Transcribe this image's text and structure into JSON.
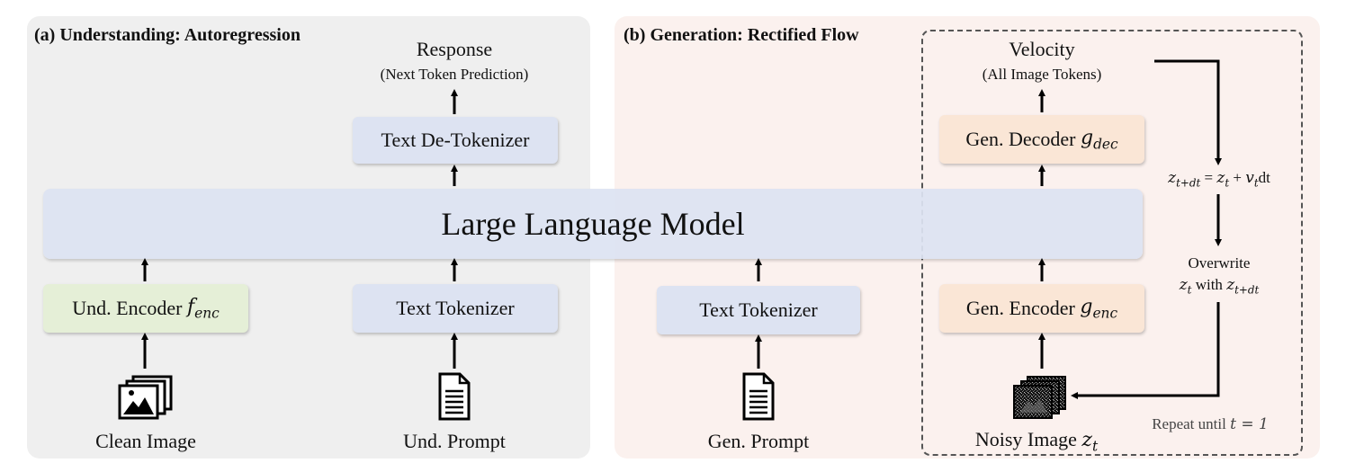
{
  "panels": {
    "understanding": {
      "title": "(a) Understanding: Autoregression"
    },
    "generation": {
      "title": "(b) Generation: Rectified Flow"
    }
  },
  "llm": {
    "label": "Large Language Model"
  },
  "understanding": {
    "response": "Response",
    "response_sub": "(Next Token Prediction)",
    "text_detokenizer": "Text De-Tokenizer",
    "und_encoder": "Und. Encoder",
    "und_encoder_math": "f",
    "und_encoder_sub": "enc",
    "text_tokenizer": "Text Tokenizer",
    "clean_image": "Clean Image",
    "und_prompt": "Und. Prompt"
  },
  "generation": {
    "velocity": "Velocity",
    "velocity_sub": "(All Image Tokens)",
    "gen_decoder": "Gen. Decoder",
    "gen_decoder_math": "g",
    "gen_decoder_sub": "dec",
    "gen_encoder": "Gen. Encoder",
    "gen_encoder_math": "g",
    "gen_encoder_sub": "enc",
    "text_tokenizer": "Text Tokenizer",
    "gen_prompt": "Gen. Prompt",
    "noisy_image": "Noisy Image",
    "noisy_image_math": "z",
    "noisy_image_sub": "t",
    "update_eq": {
      "lhs": "z",
      "lhs_sub": "t+dt",
      "eq": " = ",
      "z": "z",
      "z_sub": "t",
      "plus": " + ",
      "v": "v",
      "v_sub": "t",
      "dt": "dt"
    },
    "overwrite": "Overwrite",
    "overwrite_z": "z",
    "overwrite_z_sub": "t",
    "overwrite_with": " with ",
    "overwrite_target": "z",
    "overwrite_target_sub": "t+dt",
    "repeat": "Repeat until ",
    "repeat_cond": "t = 1"
  },
  "icons": {
    "clean_image": "image-stack-icon",
    "und_prompt": "document-icon",
    "gen_prompt": "document-icon",
    "noisy_image": "noisy-image-stack-icon"
  }
}
